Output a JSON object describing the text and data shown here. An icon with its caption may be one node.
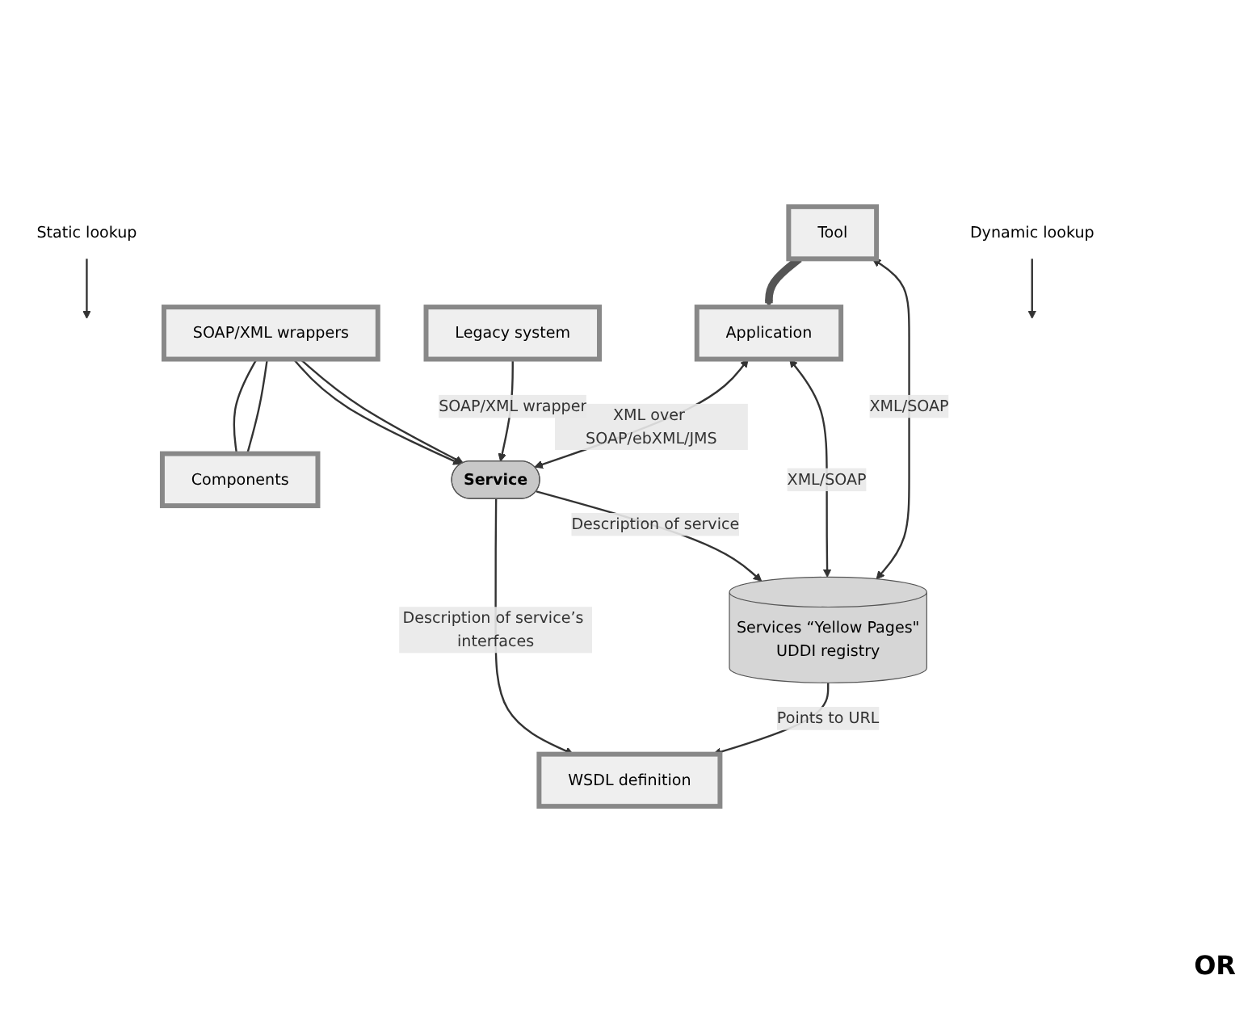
{
  "diagram": {
    "nodes": [
      {
        "text": [
          "Tool"
        ]
      },
      {
        "text": [
          "Services “Yellow Pages\"",
          "UDDI registry"
        ]
      },
      {
        "text": [
          "WSDL definition"
        ]
      },
      {
        "text": [
          "Application"
        ]
      },
      {
        "text": [
          "Service"
        ]
      },
      {
        "text": [
          "SOAP/XML wrappers"
        ]
      },
      {
        "text": [
          "Components"
        ]
      },
      {
        "text": [
          "Legacy system"
        ]
      },
      {
        "text": [
          "Static lookup"
        ]
      },
      {
        "text": [
          "Dynamic lookup"
        ]
      }
    ],
    "edges": [
      {
        "from": 0,
        "to": 1,
        "arrow": "both",
        "label": "XML/SOAP"
      },
      {
        "from": 8,
        "to": null,
        "arrow": "to"
      },
      {
        "from": 0,
        "to": 3,
        "arrow": "to",
        "style": "thick",
        "color": "#555555"
      },
      {
        "from": 1,
        "to": 2,
        "arrow": "to",
        "label": "Points to URL"
      },
      {
        "from": 3,
        "to": 1,
        "arrow": "both",
        "label": "XML/SOAP"
      },
      {
        "from": 9,
        "to": null,
        "arrow": "to"
      },
      {
        "from": 3,
        "to": 4,
        "arrow": "both",
        "label": "XML over SOAP/ebXML/JMS"
      },
      {
        "from": 4,
        "to": 1,
        "arrow": "to",
        "label": "Description of service"
      },
      {
        "from": 4,
        "to": 2,
        "arrow": "to",
        "label": "Description of service’s interfaces"
      },
      {
        "from": 5,
        "to": 4,
        "arrow": "to"
      },
      {
        "from": 5,
        "to": 4,
        "arrow": "to"
      },
      {
        "from": 7,
        "to": 4,
        "arrow": "to",
        "label": "SOAP/XML wrapper"
      },
      {
        "from": 5,
        "to": 6,
        "arrow": "none"
      },
      {
        "from": 5,
        "to": 6,
        "arrow": "none"
      }
    ],
    "labels": [
      "OR"
    ]
  }
}
